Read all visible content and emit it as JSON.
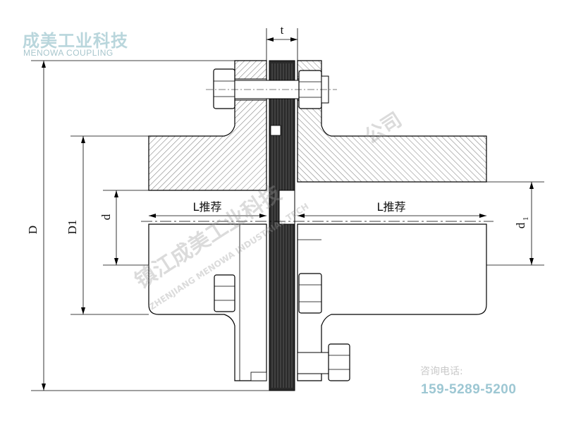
{
  "brand": {
    "name_cn": "成美工业科技",
    "name_en": "MENOWA COUPLING"
  },
  "contact": {
    "label": "咨询电话:",
    "phone": "159-5289-5200"
  },
  "dimensions": {
    "D": "D",
    "D1": "D1",
    "d": "d",
    "d1_base": "d",
    "d1_sub": "1",
    "t": "t",
    "L_left": "L推荐",
    "L_right": "L推荐"
  },
  "watermark": {
    "cn": "镇江成美工业科技",
    "en": "ZHENJIANG MENOWA INDUSTRIAL TECH",
    "suffix": "公司"
  },
  "colors": {
    "line": "#000000",
    "hatch": "#555555",
    "pack": "#2a2a2a",
    "logo": "#b9d6dc",
    "phone": "#9dc7d3"
  }
}
